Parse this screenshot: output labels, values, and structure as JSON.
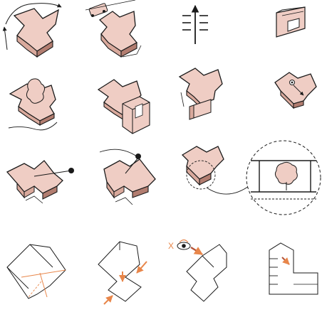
{
  "sheet": {
    "title": "",
    "colors": {
      "mass_top": "#efcdc4",
      "mass_side": "#d9a99c",
      "mass_dark": "#b27d70",
      "ink": "#1a1a1a",
      "accent": "#e8864a",
      "line_gray": "#8a8a8a"
    },
    "icons": {
      "view_eye": "eye-icon",
      "tree": "tree-icon",
      "arrow": "arrow-icon",
      "dot": "focal-point-icon"
    },
    "labels": {
      "eye_marker": "X"
    },
    "rows": [
      {
        "name": "massing-studies-1",
        "panels": 4
      },
      {
        "name": "massing-studies-2",
        "panels": 4
      },
      {
        "name": "massing-studies-3",
        "panels": 4
      },
      {
        "name": "plan-diagrams",
        "panels": 4
      }
    ]
  }
}
